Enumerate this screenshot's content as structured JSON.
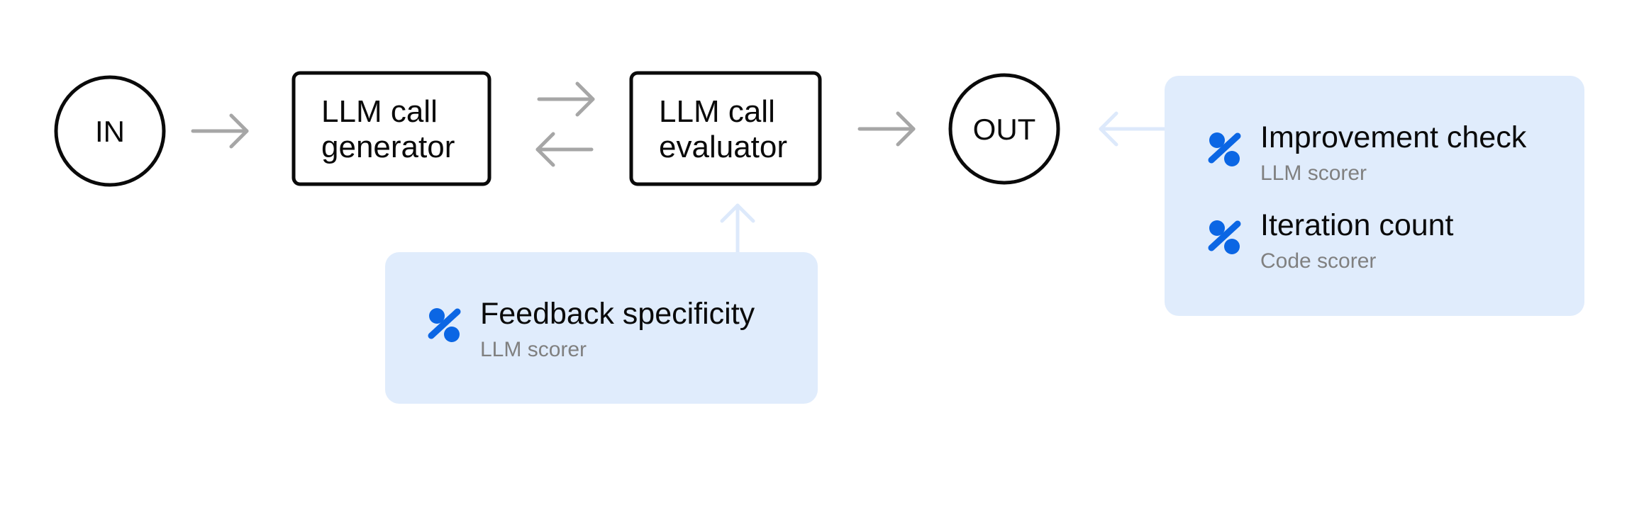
{
  "nodes": {
    "input": {
      "label": "IN"
    },
    "generator": {
      "line1": "LLM call",
      "line2": "generator"
    },
    "evaluator": {
      "line1": "LLM call",
      "line2": "evaluator"
    },
    "output": {
      "label": "OUT"
    }
  },
  "scorer_groups": {
    "evaluator_scorers": {
      "items": [
        {
          "name": "Feedback specificity",
          "type": "LLM scorer",
          "icon": "percent-icon"
        }
      ]
    },
    "output_scorers": {
      "items": [
        {
          "name": "Improvement check",
          "type": "LLM scorer",
          "icon": "percent-icon"
        },
        {
          "name": "Iteration count",
          "type": "Code scorer",
          "icon": "percent-icon"
        }
      ]
    }
  },
  "colors": {
    "node_stroke": "#0a0a0a",
    "flow_arrow": "#a6a6a6",
    "scorer_panel": "#e0ecfc",
    "scorer_arrow": "#dde9fb",
    "icon": "#0b66e4",
    "scorer_type_text": "#808080"
  }
}
